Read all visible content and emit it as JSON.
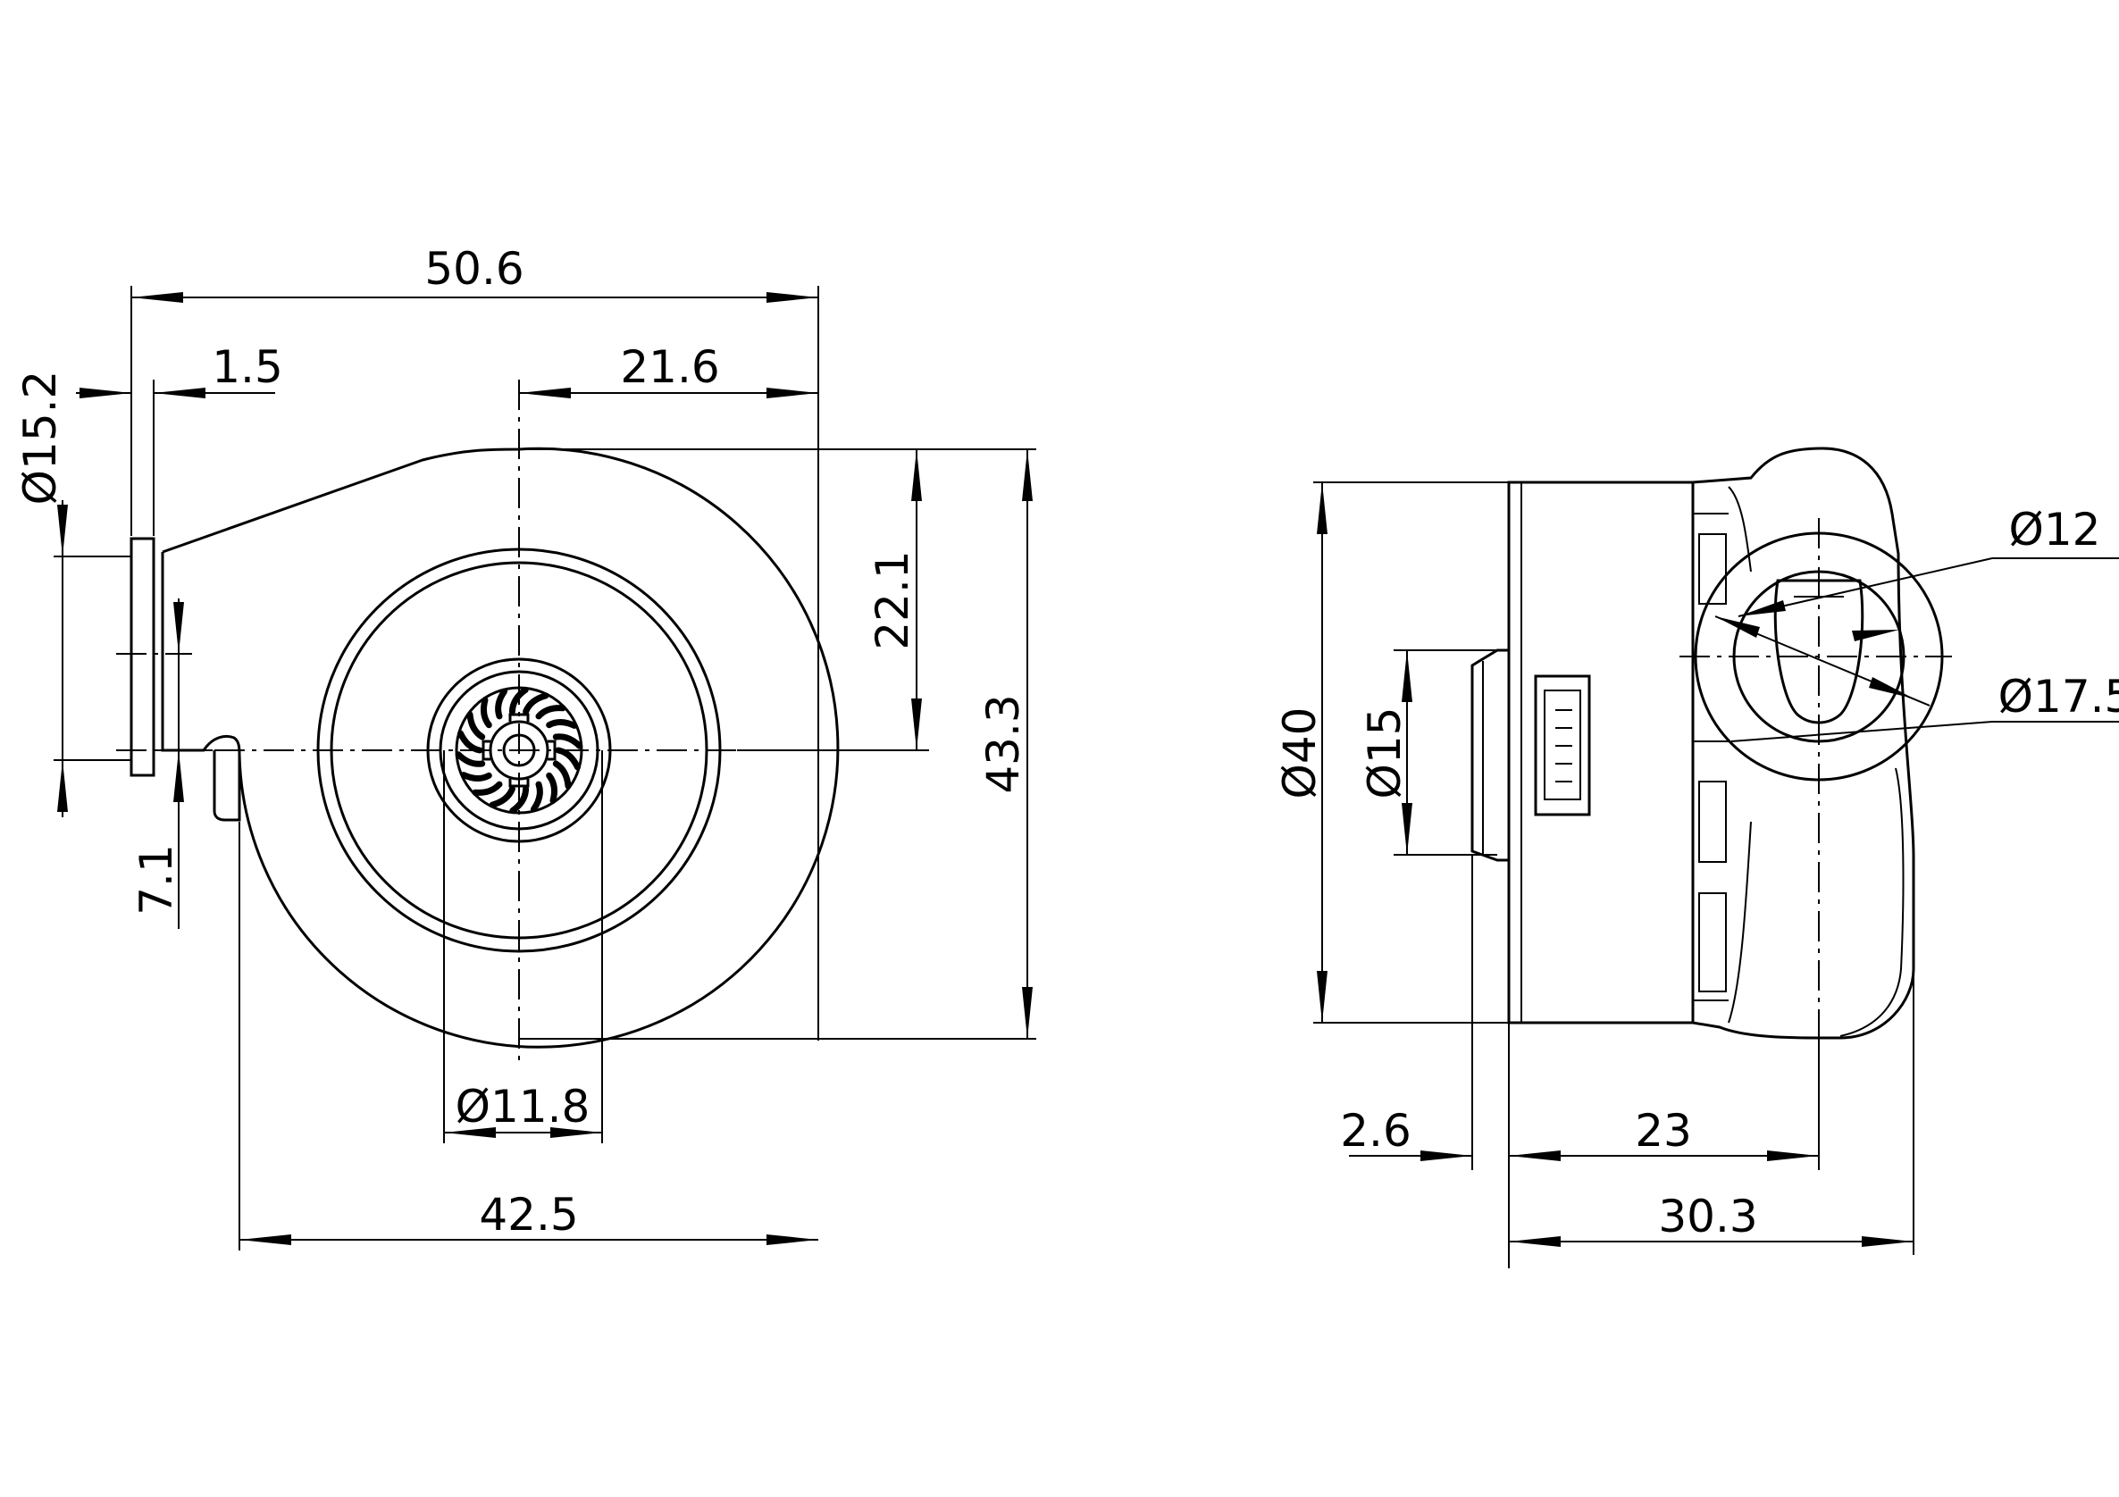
{
  "dimensions": {
    "front": {
      "overall_width": "50.6",
      "flange_thickness": "1.5",
      "outlet_offset": "21.6",
      "outlet_diameter": "Ø15.2",
      "center_to_top": "22.1",
      "overall_height": "43.3",
      "lug_height": "7.1",
      "hub_diameter": "Ø11.8",
      "body_width": "42.5"
    },
    "side": {
      "body_diameter": "Ø40",
      "boss_diameter": "Ø15",
      "inlet_inner_diameter": "Ø12",
      "inlet_outer_diameter": "Ø17.5",
      "boss_length": "2.6",
      "body_length": "23",
      "overall_length": "30.3"
    }
  }
}
